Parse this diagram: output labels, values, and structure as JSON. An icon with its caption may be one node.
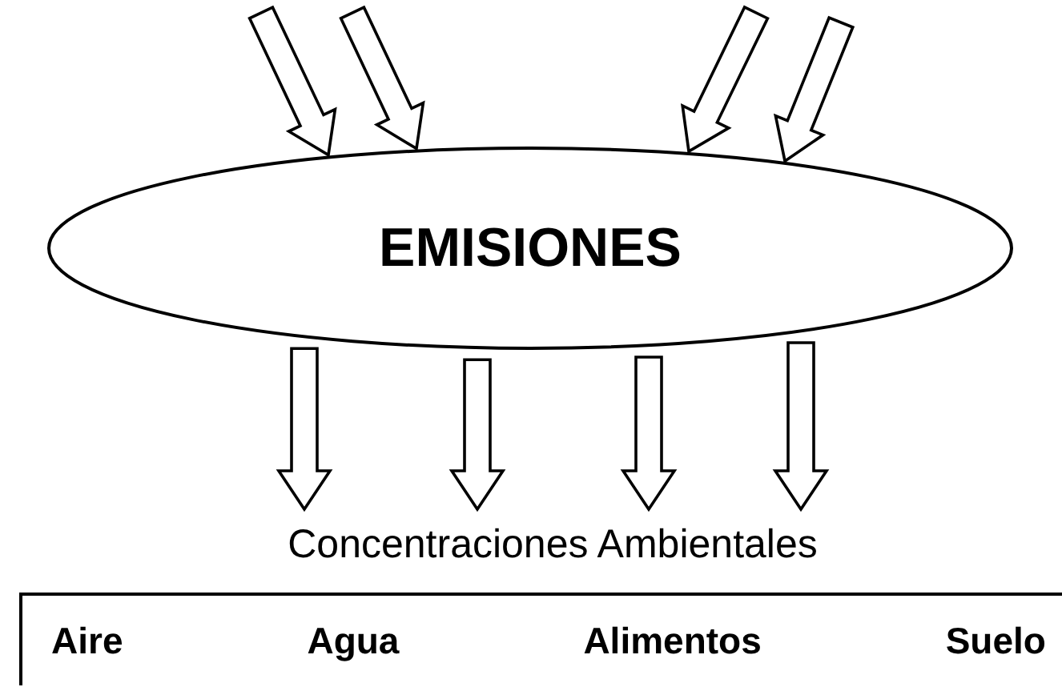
{
  "diagram": {
    "nodes": [
      {
        "text": [
          "EMISIONES"
        ]
      },
      {
        "text": [
          "Concentraciones Ambientales"
        ]
      },
      {
        "text": [
          "Aire",
          "Agua",
          "Alimentos",
          "Suelo"
        ]
      }
    ],
    "edges": [
      {
        "from": null,
        "to": 0,
        "arrow": "to"
      },
      {
        "from": null,
        "to": 0,
        "arrow": "to"
      },
      {
        "from": null,
        "to": 0,
        "arrow": "to"
      },
      {
        "from": null,
        "to": 0,
        "arrow": "to"
      },
      {
        "from": 0,
        "to": 1,
        "arrow": "to"
      },
      {
        "from": 0,
        "to": 1,
        "arrow": "to"
      },
      {
        "from": 0,
        "to": 1,
        "arrow": "to"
      },
      {
        "from": 0,
        "to": 1,
        "arrow": "to"
      }
    ]
  }
}
